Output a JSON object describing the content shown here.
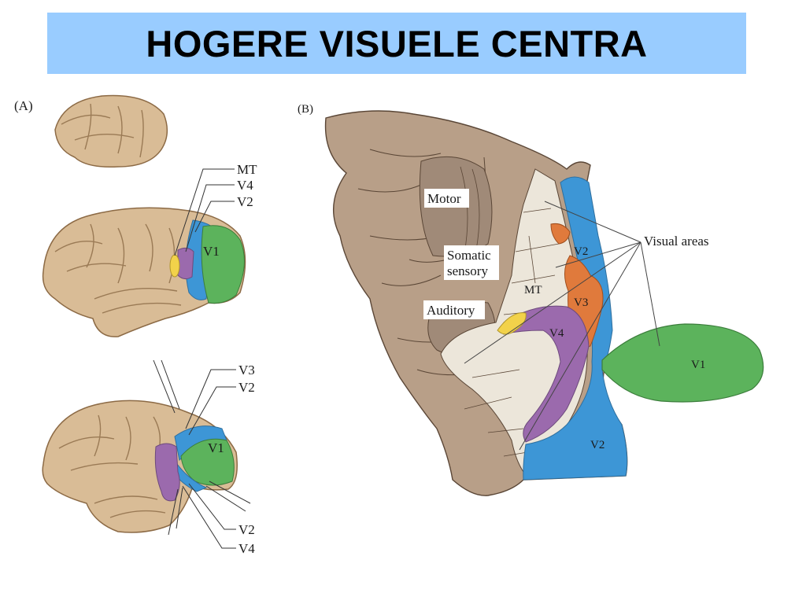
{
  "title": "HOGERE VISUELE CENTRA",
  "panel_a": {
    "label": "(A)",
    "lateral_labels": [
      "MT",
      "V4",
      "V2",
      "V1"
    ],
    "medial_labels": [
      "V3",
      "V2",
      "V1",
      "V2",
      "V4"
    ]
  },
  "panel_b": {
    "label": "(B)",
    "regions": {
      "motor": "Motor",
      "somatic_line1": "Somatic",
      "somatic_line2": "sensory",
      "auditory": "Auditory",
      "mt": "MT",
      "v2_top": "V2",
      "v3": "V3",
      "v4": "V4",
      "v1": "V1",
      "v2_bottom": "V2"
    },
    "callout": "Visual areas"
  },
  "colors": {
    "title_bg": "#99ccff",
    "v1": "#5cb35c",
    "v2": "#3d96d6",
    "v3": "#e07a3c",
    "v4": "#9b6aad",
    "mt": "#f2d24a",
    "cortex": "#b89f88",
    "visual_cortex": "#ece6da",
    "brain": "#d9bc96"
  }
}
